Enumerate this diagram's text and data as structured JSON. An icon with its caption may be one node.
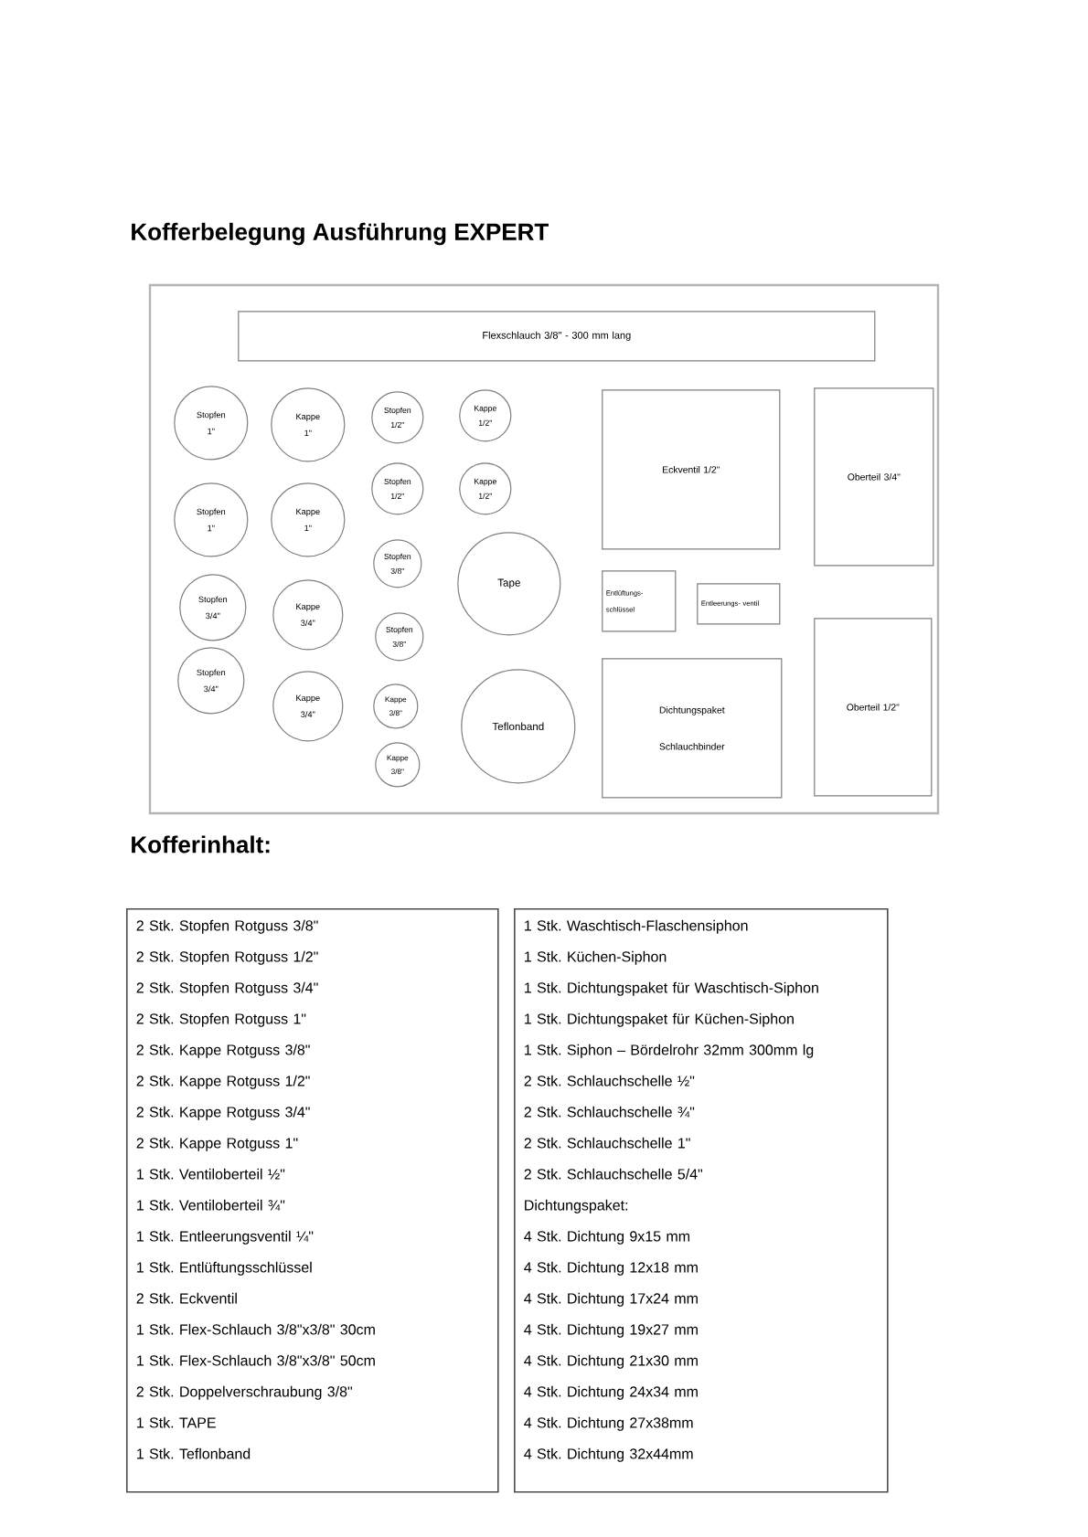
{
  "diagram": {
    "title": "Kofferbelegung  Ausführung EXPERT",
    "nodes": [
      {
        "text": [],
        "shape": "box"
      },
      {
        "text": [
          "Flexschlauch 3/8\" - 300 mm lang"
        ],
        "in": 0
      },
      {
        "text": [
          "Stopfen",
          "1\""
        ],
        "in": 0
      },
      {
        "text": [
          "Stopfen",
          "1\""
        ],
        "in": 0
      },
      {
        "text": [
          "Stopfen",
          "3/4\""
        ],
        "in": 0
      },
      {
        "text": [
          "Stopfen",
          "3/4\""
        ],
        "in": 0
      },
      {
        "text": [
          "Kappe",
          "1\""
        ],
        "in": 0
      },
      {
        "text": [
          "Kappe",
          "1\""
        ],
        "in": 0
      },
      {
        "text": [
          "Kappe",
          "3/4\""
        ],
        "in": 0
      },
      {
        "text": [
          "Kappe",
          "3/4\""
        ],
        "in": 0
      },
      {
        "text": [
          "Stopfen",
          "1/2\""
        ],
        "in": 0
      },
      {
        "text": [
          "Stopfen",
          "1/2\""
        ],
        "in": 0
      },
      {
        "text": [
          "Stopfen",
          "3/8\""
        ],
        "in": 0
      },
      {
        "text": [
          "Stopfen",
          "3/8\""
        ],
        "in": 0
      },
      {
        "text": [
          "Kappe",
          "3/8\""
        ],
        "in": 0
      },
      {
        "text": [
          "Kappe",
          "3/8\""
        ],
        "in": 0
      },
      {
        "text": [
          "Kappe",
          "1/2\""
        ],
        "in": 0
      },
      {
        "text": [
          "Kappe",
          "1/2\""
        ],
        "in": 0
      },
      {
        "text": [
          "Tape"
        ],
        "in": 0
      },
      {
        "text": [
          "Teflonband"
        ],
        "in": 0
      },
      {
        "text": [
          "Eckventil 1/2\""
        ],
        "in": 0
      },
      {
        "text": [
          "Entlüftungs- schlüssel"
        ],
        "in": 0
      },
      {
        "text": [
          "Entleerungs- ventil"
        ],
        "in": 0
      },
      {
        "text": [
          "Dichtungspaket",
          "Schlauchbinder"
        ],
        "in": 0
      },
      {
        "text": [
          "Oberteil 3/4\""
        ],
        "in": 0
      },
      {
        "text": [
          "Oberteil 1/2\""
        ],
        "in": 0
      },
      {
        "text": [
          "2 Stk. Stopfen Rotguss 3/8\"",
          "2 Stk. Stopfen Rotguss 1/2\"",
          "2 Stk. Stopfen Rotguss 3/4\"",
          "2 Stk. Stopfen Rotguss 1\"",
          "2 Stk. Kappe Rotguss 3/8\"",
          "2 Stk. Kappe Rotguss 1/2\"",
          "2 Stk. Kappe Rotguss 3/4\"",
          "2 Stk. Kappe Rotguss 1\"",
          "1 Stk. Ventiloberteil ½\"",
          "1 Stk. Ventiloberteil ¾\"",
          "1 Stk. Entleerungsventil ¼\"",
          "1 Stk. Entlüftungsschlüssel",
          "2 Stk. Eckventil",
          "1 Stk. Flex-Schlauch 3/8\"x3/8\" 30cm",
          "1 Stk. Flex-Schlauch 3/8\"x3/8\" 50cm",
          "2 Stk. Doppelverschraubung 3/8\"",
          "1 Stk. TAPE",
          "1 Stk. Teflonband"
        ]
      },
      {
        "text": [
          "1 Stk. Waschtisch-Flaschensiphon",
          "1 Stk. Küchen-Siphon",
          "1 Stk. Dichtungspaket für Waschtisch-Siphon",
          "1 Stk. Dichtungspaket für Küchen-Siphon",
          "1 Stk. Siphon – Bördelrohr 32mm 300mm lg",
          "2 Stk. Schlauchschelle ½\"",
          "2 Stk. Schlauchschelle ¾\"",
          "2 Stk. Schlauchschelle 1\"",
          "2 Stk. Schlauchschelle 5/4\"",
          "Dichtungspaket:",
          "4 Stk. Dichtung 9x15 mm",
          "4 Stk. Dichtung 12x18 mm",
          "4 Stk. Dichtung 17x24 mm",
          "4 Stk. Dichtung 19x27 mm",
          "4 Stk. Dichtung 21x30 mm",
          "4 Stk. Dichtung 24x34 mm",
          "4 Stk. Dichtung 27x38mm",
          "4 Stk. Dichtung 32x44mm"
        ]
      }
    ],
    "labels": [
      "Kofferinhalt:"
    ]
  }
}
